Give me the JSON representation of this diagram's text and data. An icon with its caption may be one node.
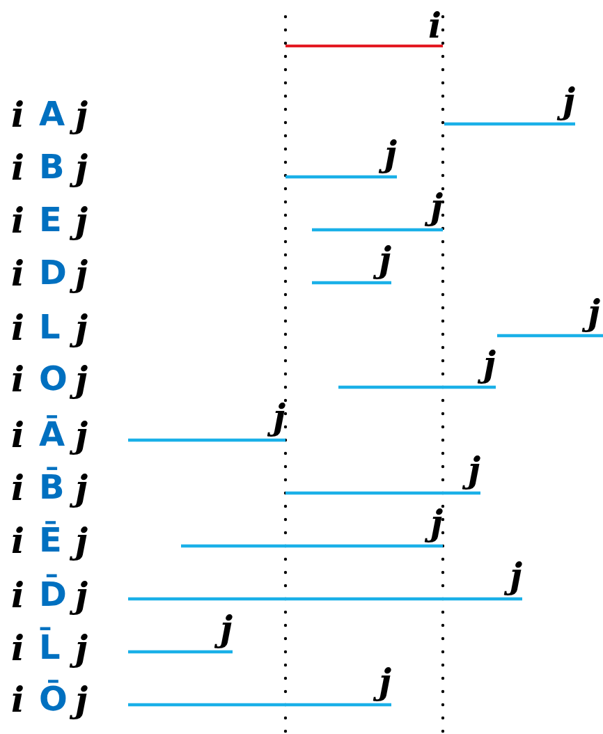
{
  "diagram": {
    "labels": [
      "i",
      "i",
      "A",
      "j",
      "j",
      "i",
      "B",
      "j",
      "j",
      "i",
      "E",
      "j",
      "j",
      "i",
      "D",
      "j",
      "j",
      "i",
      "L",
      "j",
      "j",
      "i",
      "O",
      "j",
      "j",
      "i",
      "Ā",
      "j",
      "j",
      "i",
      "B̄",
      "j",
      "j",
      "i",
      "Ē",
      "j",
      "j",
      "i",
      "D̄",
      "j",
      "j",
      "i",
      "L̄",
      "j",
      "j",
      "i",
      "Ō",
      "j",
      "j"
    ]
  }
}
